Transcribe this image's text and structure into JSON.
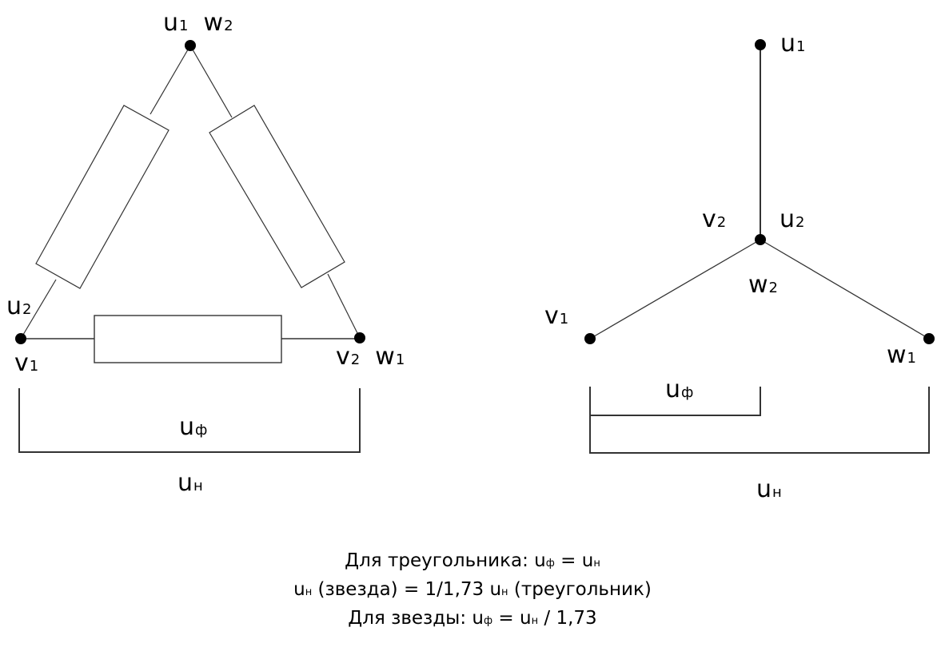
{
  "triangle": {
    "top": {
      "a": "u",
      "a_sub": "1",
      "b": "w",
      "b_sub": "2"
    },
    "left_upper": {
      "a": "u",
      "a_sub": "2"
    },
    "left_lower": {
      "a": "v",
      "a_sub": "1"
    },
    "right": {
      "a": "v",
      "a_sub": "2",
      "b": "w",
      "b_sub": "1"
    },
    "phase_voltage": {
      "a": "u",
      "a_sub": "ф"
    },
    "line_voltage": {
      "a": "u",
      "a_sub": "н"
    }
  },
  "star": {
    "top": {
      "a": "u",
      "a_sub": "1"
    },
    "center_left": {
      "a": "v",
      "a_sub": "2"
    },
    "center_right": {
      "a": "u",
      "a_sub": "2"
    },
    "center_below": {
      "a": "w",
      "a_sub": "2"
    },
    "left": {
      "a": "v",
      "a_sub": "1"
    },
    "right": {
      "a": "w",
      "a_sub": "1"
    },
    "phase_voltage": {
      "a": "u",
      "a_sub": "ф"
    },
    "line_voltage": {
      "a": "u",
      "a_sub": "н"
    }
  },
  "formulas": {
    "line1": {
      "prefix": "Для треугольника: ",
      "u1": "u",
      "s1": "ф",
      "mid": " = ",
      "u2": "u",
      "s2": "н"
    },
    "line2": {
      "u1": "u",
      "s1": "н",
      "mid": " (звезда) = 1/1,73 ",
      "u2": "u",
      "s2": "н",
      "suffix": " (треугольник)"
    },
    "line3": {
      "prefix": "Для звезды: ",
      "u1": "u",
      "s1": "ф",
      "mid": " = ",
      "u2": "u",
      "s2": "н",
      "suffix": " / 1,73"
    }
  }
}
